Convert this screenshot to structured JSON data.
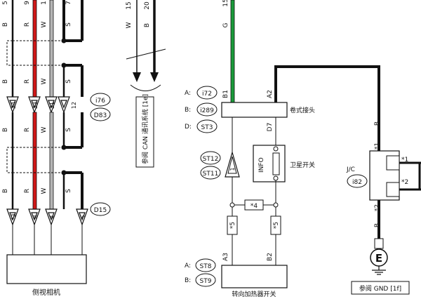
{
  "wire_colors": {
    "black": "#111111",
    "red": "#d01818",
    "green": "#1a9a3a",
    "gray": "#b5b5b5"
  },
  "left": {
    "top_codes": [
      "B",
      "R",
      "W",
      "S"
    ],
    "top_pins": [
      "5",
      "9",
      "1",
      "7"
    ],
    "mid_codes": [
      "B",
      "R",
      "W",
      "S"
    ],
    "upper_pins": [
      "34",
      "33",
      "31",
      "12"
    ],
    "upper_connectors": [
      "i76",
      "D83"
    ],
    "lower_codes_a": [
      "B",
      "R",
      "W",
      "S"
    ],
    "lower_codes_b": [
      "B",
      "R",
      "W",
      "S"
    ],
    "lower_pins": [
      "*3",
      "8",
      "4",
      "5"
    ],
    "lower_connector": "D15",
    "camera_label": "侧视相机"
  },
  "middle": {
    "top_codes": [
      "W",
      "B"
    ],
    "top_pins": [
      "15",
      "20"
    ],
    "ref_box": "参阅 CAN 通讯系统 [1e]"
  },
  "right": {
    "top_code": "G",
    "top_pin": "15",
    "spiral_pins": [
      "B1",
      "A2",
      "D7"
    ],
    "spiral_labels": [
      "A:",
      "B:",
      "D:"
    ],
    "spiral_connectors": [
      "i72",
      "i289",
      "ST3"
    ],
    "spiral_title": "卷式接头",
    "st_connectors": [
      "ST12",
      "ST11"
    ],
    "diode_pin": "1",
    "info_label": "INFO",
    "switch_title": "卫星开关",
    "wire_code_b": "B",
    "fuse_mark": "*4",
    "fuse_side": [
      "*5",
      "*5"
    ],
    "heater_pins": [
      "A3",
      "B2"
    ],
    "heater_labels": [
      "A:",
      "B:"
    ],
    "heater_connectors": [
      "ST8",
      "ST9"
    ],
    "heater_title": "转向加热器开关",
    "jc_label": "J/C",
    "jc_connector": "i82",
    "jc_pins": [
      "*1",
      "*1",
      "*2",
      "*2"
    ],
    "jc_code_b": "B",
    "gnd_symbol": "E",
    "gnd_ref": "参阅 GND [1f]"
  }
}
